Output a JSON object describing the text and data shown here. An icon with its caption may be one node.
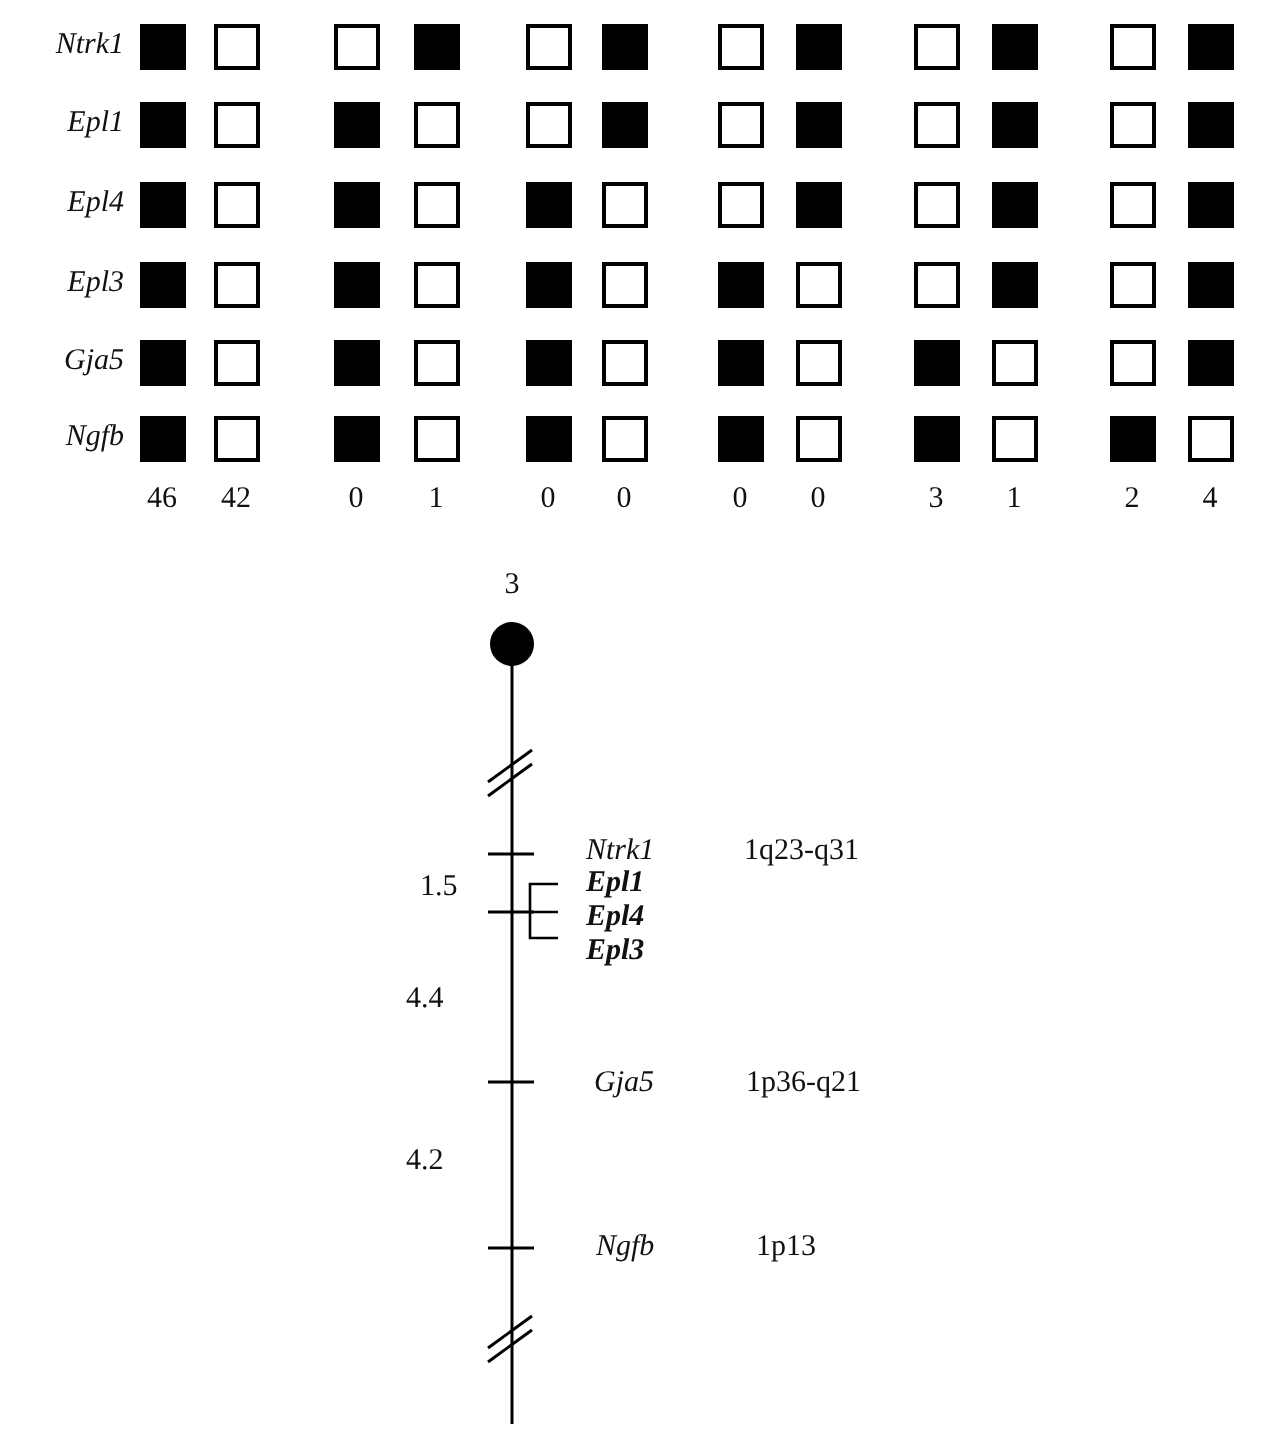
{
  "diagram": {
    "labels": [
      "Ntrk1",
      "Epl1",
      "Epl4",
      "Epl3",
      "Gja5",
      "Ngfb",
      "46",
      "42",
      "0",
      "1",
      "0",
      "0",
      "0",
      "0",
      "3",
      "1",
      "2",
      "4",
      "3",
      "Ntrk1",
      "1q23-q31",
      "1.5",
      "Epl1",
      "Epl4",
      "Epl3",
      "4.4",
      "Gja5",
      "1p36-q21",
      "4.2",
      "Ngfb",
      "1p13"
    ]
  }
}
